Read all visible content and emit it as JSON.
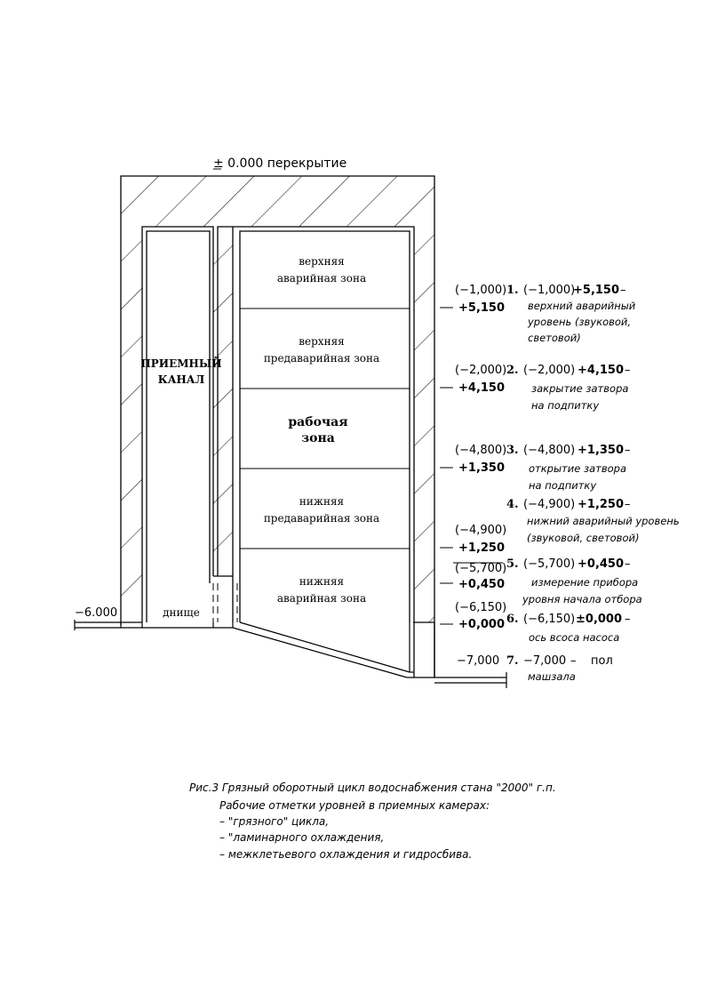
{
  "title_label": "± 0.000 перекрытие",
  "left_level": "−6.000",
  "channel": {
    "line1": "ПРИЕМНЫЙ",
    "line2": "КАНАЛ",
    "bottom": "днище"
  },
  "zones": [
    {
      "line1": "верхняя",
      "line2": "аварийная зона"
    },
    {
      "line1": "верхняя",
      "line2": "предаварийная зона"
    },
    {
      "line1": "рабочая",
      "line2": "зона"
    },
    {
      "line1": "нижняя",
      "line2": "предаварийная зона"
    },
    {
      "line1": "нижняя",
      "line2": "аварийная зона"
    }
  ],
  "marks": [
    {
      "a": "(−1,000)",
      "b": "+5,150"
    },
    {
      "a": "(−2,000)",
      "b": "+4,150"
    },
    {
      "a": "(−4,800)",
      "b": "+1,350"
    },
    {
      "a": "(−4,900)",
      "b": "+1,250"
    },
    {
      "a": "(−5,700)",
      "b": "+0,450"
    },
    {
      "a": "(−6,150)",
      "b": "+0,000"
    },
    {
      "a": "−7,000",
      "b": ""
    }
  ],
  "legend": [
    {
      "num": "1.",
      "head": "(−1,000)",
      "bold": "+5,150",
      "tail": "–",
      "lines": [
        "верхний аварийный",
        "уровень (звуковой,",
        "световой)"
      ]
    },
    {
      "num": "2.",
      "head": "(−2,000)",
      "bold": "+4,150",
      "tail": "–",
      "lines": [
        "закрытие затвора",
        "на подпитку"
      ]
    },
    {
      "num": "3.",
      "head": "(−4,800)",
      "bold": "+1,350",
      "tail": "–",
      "lines": [
        "открытие затвора",
        "на подпитку"
      ]
    },
    {
      "num": "4.",
      "head": "(−4,900)",
      "bold": "+1,250",
      "tail": "–",
      "lines": [
        "нижний аварийный уровень",
        "(звуковой, световой)"
      ]
    },
    {
      "num": "5.",
      "head": "(−5,700)",
      "bold": "+0,450",
      "tail": "–",
      "lines": [
        "измерение прибора",
        "уровня начала отбора"
      ]
    },
    {
      "num": "6.",
      "head": "(−6,150)",
      "bold": "±0,000",
      "tail": "–",
      "lines": [
        "ось всоса насоса"
      ]
    },
    {
      "num": "7.",
      "head": "−7,000",
      "bold": "",
      "tail": "–    пол",
      "lines": [
        "машзала"
      ]
    }
  ],
  "caption": {
    "line1": "Рис.3  Грязный оборотный цикл водоснабжения стана \"2000\" г.п.",
    "line2": "Рабочие отметки уровней в приемных камерах:",
    "line3": "– \"грязного\" цикла,",
    "line4": "– \"ламинарного охлаждения,",
    "line5": "– межклетьевого охлаждения и гидросбива."
  }
}
